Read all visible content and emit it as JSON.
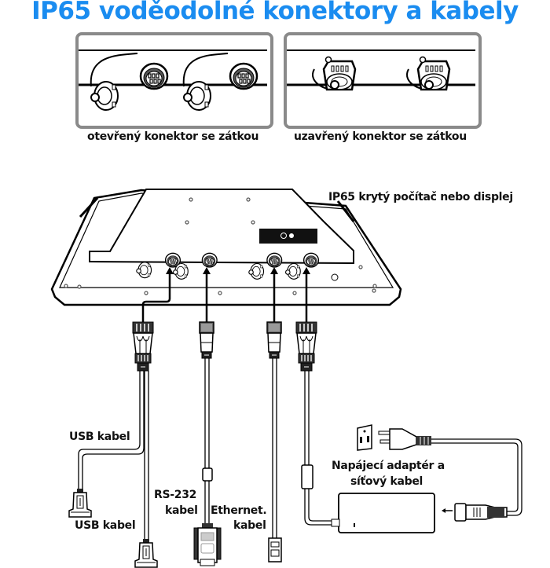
{
  "title": "IP65 voděodolné konektory a kabely",
  "panels": [
    {
      "caption": "otevřený konektor se zátkou",
      "state": "open"
    },
    {
      "caption": "uzavřený konektor se zátkou",
      "state": "closed"
    }
  ],
  "device": {
    "label": "IP65 krytý počítač nebo displej"
  },
  "cables": [
    {
      "label": "USB kabel",
      "connector": "usb-a"
    },
    {
      "label": "USB kabel",
      "connector": "usb-a"
    },
    {
      "label_line1": "RS-232",
      "label_line2": "kabel",
      "connector": "db9"
    },
    {
      "label_line1": "Ethernet.",
      "label_line2": "kabel",
      "connector": "rj45"
    },
    {
      "label_line1": "Napájecí adaptér a",
      "label_line2": "síťový kabel",
      "connector": "power-adapter"
    }
  ],
  "colors": {
    "title": "#1a8cf0",
    "panel_border": "#8a8a8a",
    "text": "#111111"
  }
}
